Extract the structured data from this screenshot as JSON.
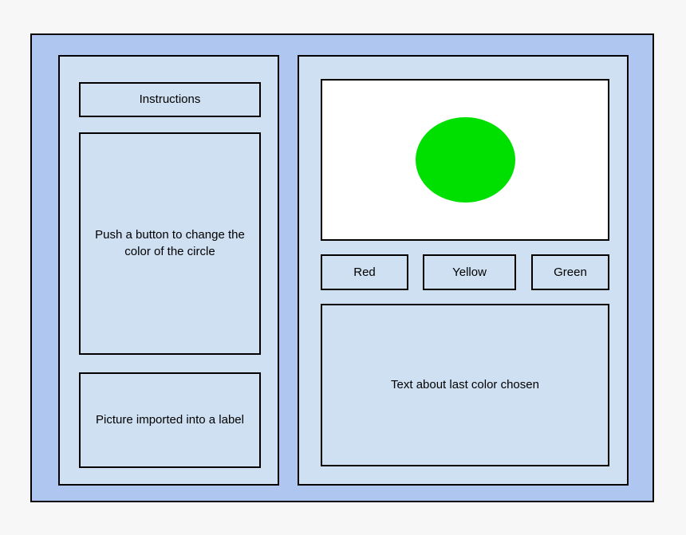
{
  "window": {
    "title": ""
  },
  "left_panel": {
    "instructions_label": "Instructions",
    "description_text": "Push a button to change the color of the circle",
    "picture_label": "Picture imported into a label"
  },
  "right_panel": {
    "canvas": {
      "shape": "circle",
      "fill_color": "#00e000",
      "background": "#ffffff"
    },
    "buttons": [
      {
        "label": "Red",
        "color": "#ff0000"
      },
      {
        "label": "Yellow",
        "color": "#ffff00"
      },
      {
        "label": "Green",
        "color": "#00e000"
      }
    ],
    "status_text": "Text about last color chosen"
  },
  "colors": {
    "window_background": "#aec6f0",
    "panel_background": "#cfe0f2",
    "page_background": "#f7f7f7",
    "border": "#000000"
  }
}
